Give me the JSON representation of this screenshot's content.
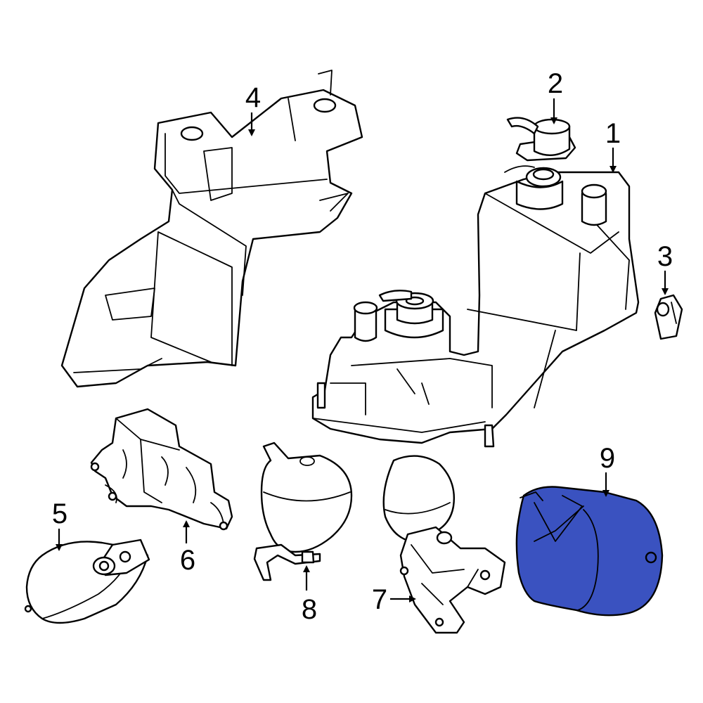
{
  "diagram": {
    "highlight_color": "#3a52c0",
    "line_color": "#000000",
    "background": "#ffffff",
    "callouts": [
      {
        "id": 1,
        "label": "1"
      },
      {
        "id": 2,
        "label": "2"
      },
      {
        "id": 3,
        "label": "3"
      },
      {
        "id": 4,
        "label": "4"
      },
      {
        "id": 5,
        "label": "5"
      },
      {
        "id": 6,
        "label": "6"
      },
      {
        "id": 7,
        "label": "7"
      },
      {
        "id": 8,
        "label": "8"
      },
      {
        "id": 9,
        "label": "9",
        "highlighted": true
      }
    ]
  }
}
